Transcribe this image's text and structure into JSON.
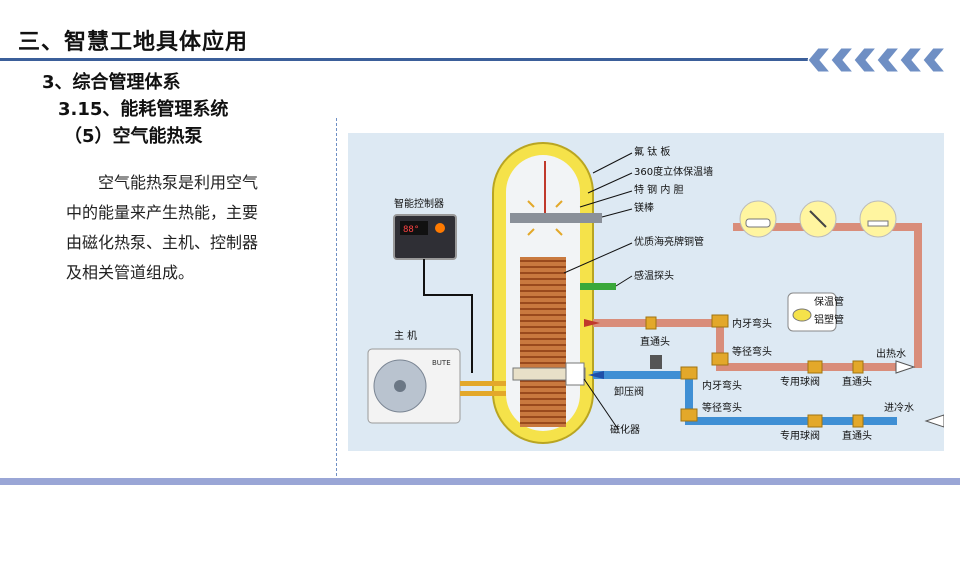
{
  "slide": {
    "title": "三、智慧工地具体应用",
    "heading1": "3、综合管理体系",
    "heading2": "3.15、能耗管理系统",
    "heading3": "（5）空气能热泵",
    "body_lines": [
      "空气能热泵是利用空气",
      "中的能量来产生热能，主要",
      "由磁化热泵、主机、控制器",
      "及相关管道组成。"
    ]
  },
  "diagram": {
    "labels": {
      "fluorotitanium_board": "氟 钛 板",
      "insulation_wall": "360度立体保温墙",
      "steel_liner": "特 钢 内 胆",
      "magnesium_rod": "镁棒",
      "copper_pipe": "优质海亮牌铜管",
      "temp_probe": "感温探头",
      "smart_controller": "智能控制器",
      "host": "主  机",
      "inner_elbow_1": "内牙弯头",
      "reducing_elbow_1": "等径弯头",
      "straight_joint_1": "直通头",
      "relief_valve": "卸压阀",
      "inner_elbow_2": "内牙弯头",
      "reducing_elbow_2": "等径弯头",
      "ball_valve_1": "专用球阀",
      "straight_joint_2": "直通头",
      "hot_water_out": "出热水",
      "ball_valve_2": "专用球阀",
      "straight_joint_3": "直通头",
      "cold_water_in": "进冷水",
      "magnetizer": "磁化器",
      "insulation_pipe": "保温管",
      "aluminum_plastic_pipe": "铝塑管",
      "controller_display": "88°",
      "host_brand": "BUTE"
    },
    "colors": {
      "background": "#dde9f3",
      "tank_shell": "#f5e24a",
      "hot_pipe": "#d98d7a",
      "cold_pipe": "#3f8fd4",
      "coil": "#a44a1e",
      "brass": "#e3a82a"
    }
  }
}
